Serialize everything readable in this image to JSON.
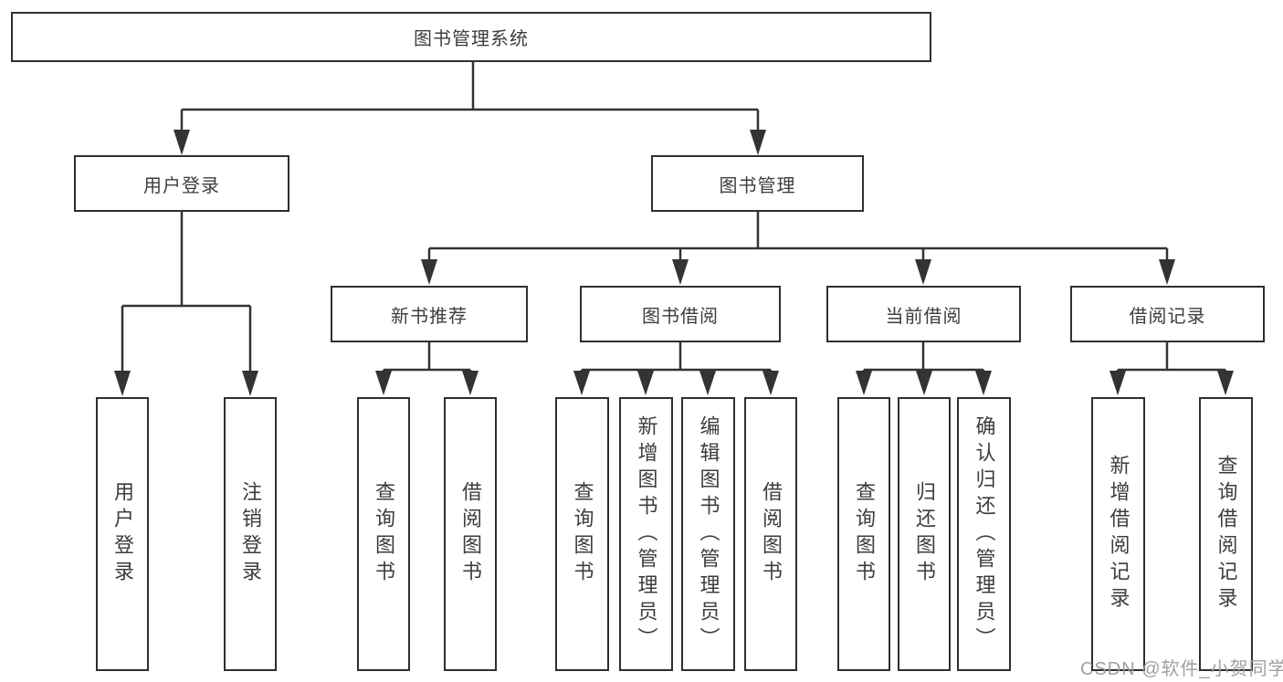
{
  "diagram": {
    "watermark": "CSDN @软件_小贺同学",
    "tree": {
      "label": "图书管理系统",
      "children": [
        {
          "label": "用户登录",
          "children": [
            {
              "label": "用户登录"
            },
            {
              "label": "注销登录"
            }
          ]
        },
        {
          "label": "图书管理",
          "children": [
            {
              "label": "新书推荐",
              "children": [
                {
                  "label": "查询图书"
                },
                {
                  "label": "借阅图书"
                }
              ]
            },
            {
              "label": "图书借阅",
              "children": [
                {
                  "label": "查询图书"
                },
                {
                  "label": "新增图书（管理员）"
                },
                {
                  "label": "编辑图书（管理员）"
                },
                {
                  "label": "借阅图书"
                }
              ]
            },
            {
              "label": "当前借阅",
              "children": [
                {
                  "label": "查询图书"
                },
                {
                  "label": "归还图书"
                },
                {
                  "label": "确认归还（管理员）"
                }
              ]
            },
            {
              "label": "借阅记录",
              "children": [
                {
                  "label": "新增借阅记录"
                },
                {
                  "label": "查询借阅记录"
                }
              ]
            }
          ]
        }
      ]
    },
    "colors": {
      "line": "#333333",
      "border": "#2f2f2f",
      "text": "#3d3d3d",
      "watermark": "#9b9b9b",
      "background": "#ffffff"
    }
  }
}
